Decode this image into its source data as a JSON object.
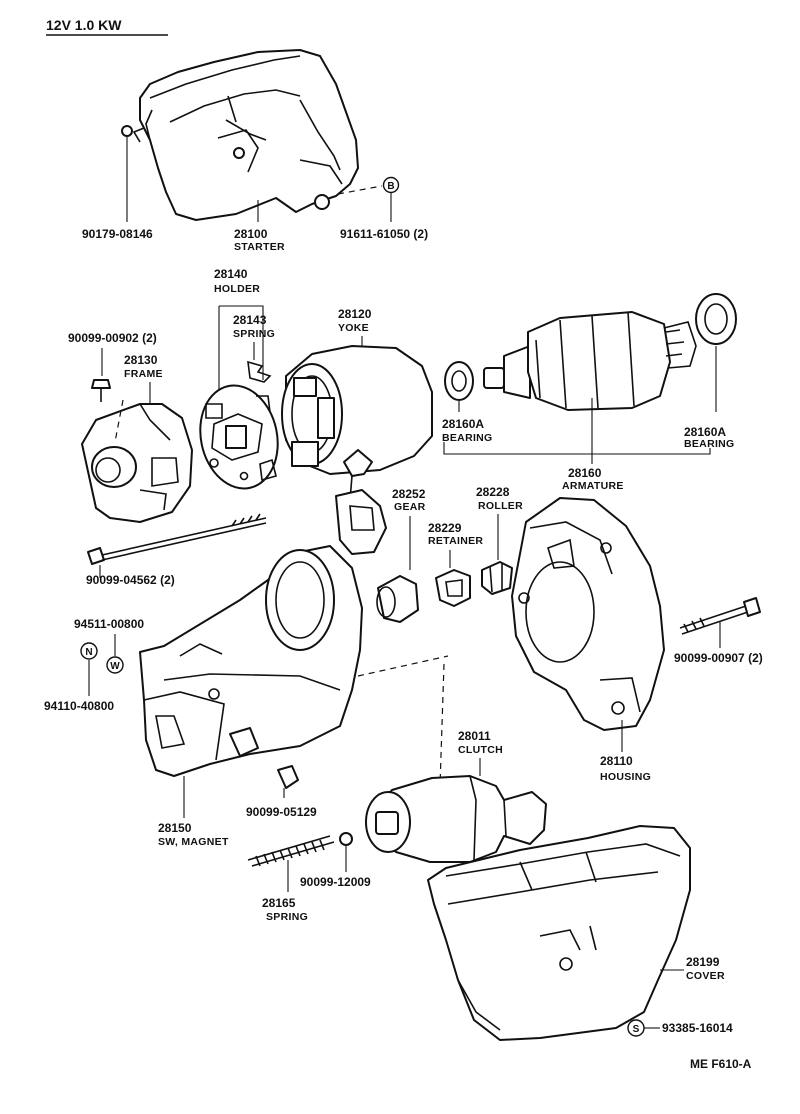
{
  "header": {
    "title": "12V  1.0 KW"
  },
  "footer": {
    "code": "ME  F610-A"
  },
  "callouts": [
    {
      "id": "90179-08146",
      "number": "90179-08146",
      "name": ""
    },
    {
      "id": "28100",
      "number": "28100",
      "name": "STARTER"
    },
    {
      "id": "91611-61050",
      "number": "91611-61050 (2)",
      "name": "",
      "symbol": "B"
    },
    {
      "id": "28140",
      "number": "28140",
      "name": "HOLDER"
    },
    {
      "id": "28143",
      "number": "28143",
      "name": "SPRING"
    },
    {
      "id": "28120",
      "number": "28120",
      "name": "YOKE"
    },
    {
      "id": "90099-00902",
      "number": "90099-00902 (2)",
      "name": ""
    },
    {
      "id": "28130",
      "number": "28130",
      "name": "FRAME"
    },
    {
      "id": "28160A-left",
      "number": "28160A",
      "name": "BEARING"
    },
    {
      "id": "28160A-right",
      "number": "28160A",
      "name": "BEARING"
    },
    {
      "id": "28160",
      "number": "28160",
      "name": "ARMATURE"
    },
    {
      "id": "28252",
      "number": "28252",
      "name": "GEAR"
    },
    {
      "id": "28228",
      "number": "28228",
      "name": "ROLLER"
    },
    {
      "id": "28229",
      "number": "28229",
      "name": "RETAINER"
    },
    {
      "id": "90099-04562",
      "number": "90099-04562 (2)",
      "name": ""
    },
    {
      "id": "94511-00800",
      "number": "94511-00800",
      "name": "",
      "symbol": "W"
    },
    {
      "id": "94110-40800",
      "number": "94110-40800",
      "name": "",
      "symbol": "N"
    },
    {
      "id": "90099-00907",
      "number": "90099-00907 (2)",
      "name": ""
    },
    {
      "id": "28110",
      "number": "28110",
      "name": "HOUSING"
    },
    {
      "id": "28011",
      "number": "28011",
      "name": "CLUTCH"
    },
    {
      "id": "90099-05129",
      "number": "90099-05129",
      "name": ""
    },
    {
      "id": "28150",
      "number": "28150",
      "name": "SW, MAGNET"
    },
    {
      "id": "90099-12009",
      "number": "90099-12009",
      "name": ""
    },
    {
      "id": "28165",
      "number": "28165",
      "name": "SPRING"
    },
    {
      "id": "28199",
      "number": "28199",
      "name": "COVER"
    },
    {
      "id": "93385-16014",
      "number": "93385-16014",
      "name": "",
      "symbol": "S"
    }
  ]
}
